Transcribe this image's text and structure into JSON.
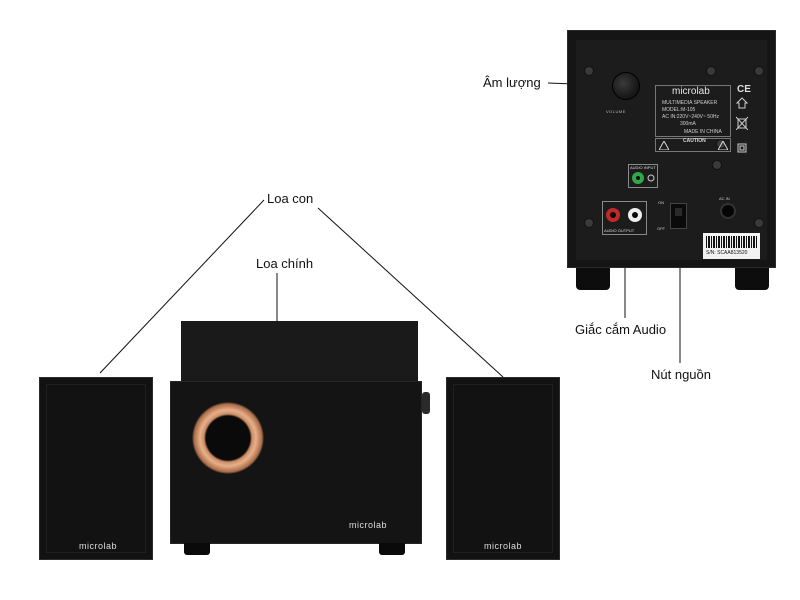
{
  "callouts": {
    "volume": "Âm lượng",
    "satellites": "Loa con",
    "main_speaker": "Loa chính",
    "audio_jack": "Giắc cắm Audio",
    "power_button": "Nút nguồn"
  },
  "back_panel": {
    "brand": "microlab",
    "volume_label": "VOLUME",
    "rating_lines": [
      "MULTIMEDIA SPEAKER",
      "MODEL:M-105",
      "AC IN:220V~240V~ 50Hz",
      "300mA",
      "MADE IN CHINA"
    ],
    "caution": "CAUTION",
    "ce_mark": "CE",
    "audio_input_label": "AUDIO INPUT",
    "audio_output_label": "AUDIO OUTPUT",
    "switch_on": "ON",
    "switch_off": "OFF",
    "ac_in": "AC IN",
    "serial": "S/N: SCAA813520"
  },
  "front": {
    "left_brand": "microlab",
    "sub_brand": "microlab",
    "right_brand": "microlab"
  },
  "colors": {
    "background": "#ffffff",
    "speaker_body": "#141414",
    "port_ring": "#e8b08a",
    "jack_red": "#c0282a",
    "jack_white": "#f0f0f0",
    "jack_green": "#2fa84a"
  },
  "icons": [
    "home-icon",
    "recycle-bin-icon",
    "square-icon",
    "warning-triangle-icon",
    "audio-input-icon"
  ]
}
